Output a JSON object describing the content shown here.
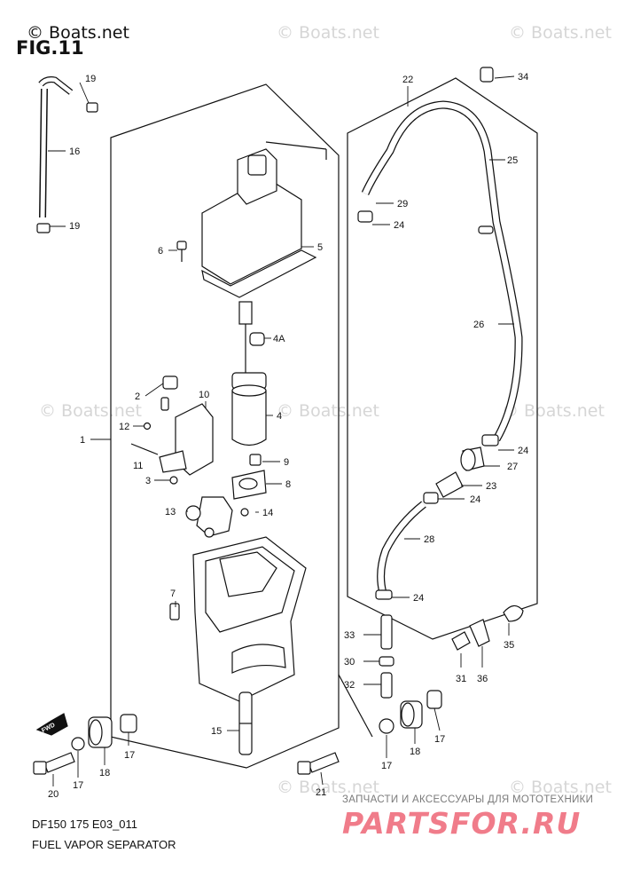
{
  "watermarks": {
    "top_left": "© Boats.net",
    "repeat": "© Boats.net"
  },
  "figure": {
    "label": "FIG.11",
    "code": "DF150 175 E03_011",
    "title": "FUEL VAPOR SEPARATOR"
  },
  "brand": {
    "subtitle": "ЗАПЧАСТИ И АКСЕССУАРЫ ДЛЯ МОТОТЕХНИКИ",
    "name": "PARTSFOR.RU"
  },
  "fwd_label": "FWD",
  "callouts": [
    "1",
    "2",
    "3",
    "4",
    "4A",
    "5",
    "6",
    "7",
    "8",
    "9",
    "10",
    "11",
    "12",
    "13",
    "14",
    "15",
    "16",
    "17",
    "18",
    "19",
    "20",
    "21",
    "22",
    "23",
    "24",
    "25",
    "26",
    "27",
    "28",
    "29",
    "30",
    "31",
    "32",
    "33",
    "34",
    "35",
    "36"
  ],
  "colors": {
    "line": "#111111",
    "watermark": "#d6d6d6",
    "brand": "#f07c8a"
  }
}
